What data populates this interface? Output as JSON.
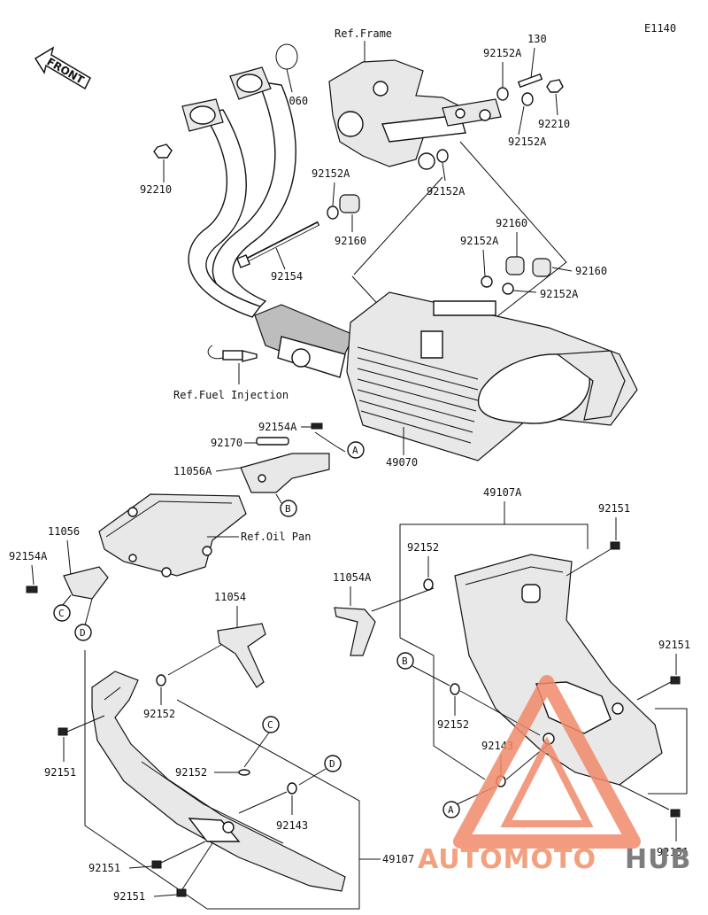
{
  "diagram_code": "E1140",
  "front_label": "FRONT",
  "watermark": {
    "brand_red": "AUTOMOTO",
    "brand_grey": "HUB",
    "red_color": "#f08a6a",
    "grey_color": "#7d7d7d"
  },
  "labels": {
    "ref_frame": "Ref.Frame",
    "ref_fuel_injection": "Ref.Fuel Injection",
    "ref_oil_pan": "Ref.Oil Pan",
    "p11060": "11060",
    "p92210_left": "92210",
    "p92210_right": "92210",
    "p130": "130",
    "p92152A_1": "92152A",
    "p92152A_2": "92152A",
    "p92152A_3": "92152A",
    "p92152A_4": "92152A",
    "p92152A_5": "92152A",
    "p92152A_6": "92152A",
    "p92160_1": "92160",
    "p92160_2": "92160",
    "p92160_3": "92160",
    "p92154": "92154",
    "p92154A_1": "92154A",
    "p92154A_2": "92154A",
    "p92170": "92170",
    "p11056A": "11056A",
    "p11056": "11056",
    "p49070": "49070",
    "p49107A": "49107A",
    "p92151_1": "92151",
    "p92151_2": "92151",
    "p92151_3": "92151",
    "p92151_4": "92151",
    "p92151_5": "92151",
    "p92151_6": "92151",
    "p92152_1": "92152",
    "p92152_2": "92152",
    "p92152_3": "92152",
    "p92152_4": "92152",
    "p11054A": "11054A",
    "p11054": "11054",
    "p92143_1": "92143",
    "p92143_2": "92143",
    "p49107": "49107"
  },
  "callouts": {
    "A1": "A",
    "A2": "A",
    "B1": "B",
    "B2": "B",
    "C1": "C",
    "C2": "C",
    "D1": "D",
    "D2": "D"
  }
}
